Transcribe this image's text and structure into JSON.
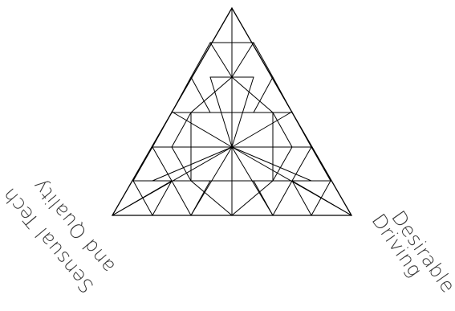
{
  "labels": {
    "left_line1": "Sensual Tech",
    "left_line2": "and Quality",
    "right_line1": "Desirable",
    "right_line2": "Driving"
  },
  "colors": {
    "stroke": "#000000",
    "text": "#333333",
    "background": "#ffffff"
  }
}
